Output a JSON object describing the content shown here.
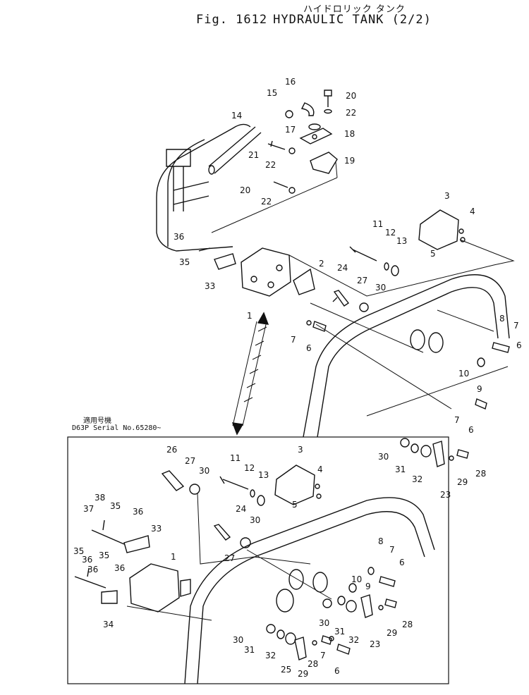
{
  "header": {
    "kana": "ハイドロリック タンク",
    "fig_label": "Fig. 1612",
    "title": "HYDRAULIC TANK (2/2)"
  },
  "inset": {
    "applicable_jp": "適用号機",
    "serial": "D63P Serial No.65280~"
  },
  "callouts": {
    "c1": "1",
    "c2": "2",
    "c3": "3",
    "c4": "4",
    "c5": "5",
    "c6a": "6",
    "c6b": "6",
    "c6c": "6",
    "c7a": "7",
    "c7b": "7",
    "c8": "8",
    "c9": "9",
    "c10": "10",
    "c11": "11",
    "c12": "12",
    "c13": "13",
    "c14": "14",
    "c15": "15",
    "c16": "16",
    "c17": "17",
    "c18": "18",
    "c19": "19",
    "c20a": "20",
    "c20b": "20",
    "c21": "21",
    "c22a": "22",
    "c22b": "22",
    "c22c": "22",
    "c23": "23",
    "c24": "24",
    "c27": "27",
    "c28": "28",
    "c29": "29",
    "c30a": "30",
    "c30b": "30",
    "c31": "31",
    "c32": "32",
    "c33": "33",
    "c35": "35",
    "c36": "36",
    "c7c": "7",
    "i1": "1",
    "i3": "3",
    "i4": "4",
    "i5": "5",
    "i6a": "6",
    "i6b": "6",
    "i7": "7",
    "i8": "8",
    "i9": "9",
    "i10": "10",
    "i11": "11",
    "i12": "12",
    "i13": "13",
    "i23": "23",
    "i24": "24",
    "i25": "25",
    "i26": "26",
    "i27a": "27",
    "i27b": "27",
    "i28a": "28",
    "i28b": "28",
    "i29a": "29",
    "i29b": "29",
    "i30a": "30",
    "i30b": "30",
    "i30c": "30",
    "i30d": "30",
    "i31a": "31",
    "i31b": "31",
    "i32a": "32",
    "i32b": "32",
    "i33": "33",
    "i34": "34",
    "i35a": "35",
    "i35b": "35",
    "i35c": "35",
    "i36a": "36",
    "i36b": "36",
    "i36c": "36",
    "i36d": "36",
    "i37": "37",
    "i38": "38",
    "i7b": "7"
  }
}
